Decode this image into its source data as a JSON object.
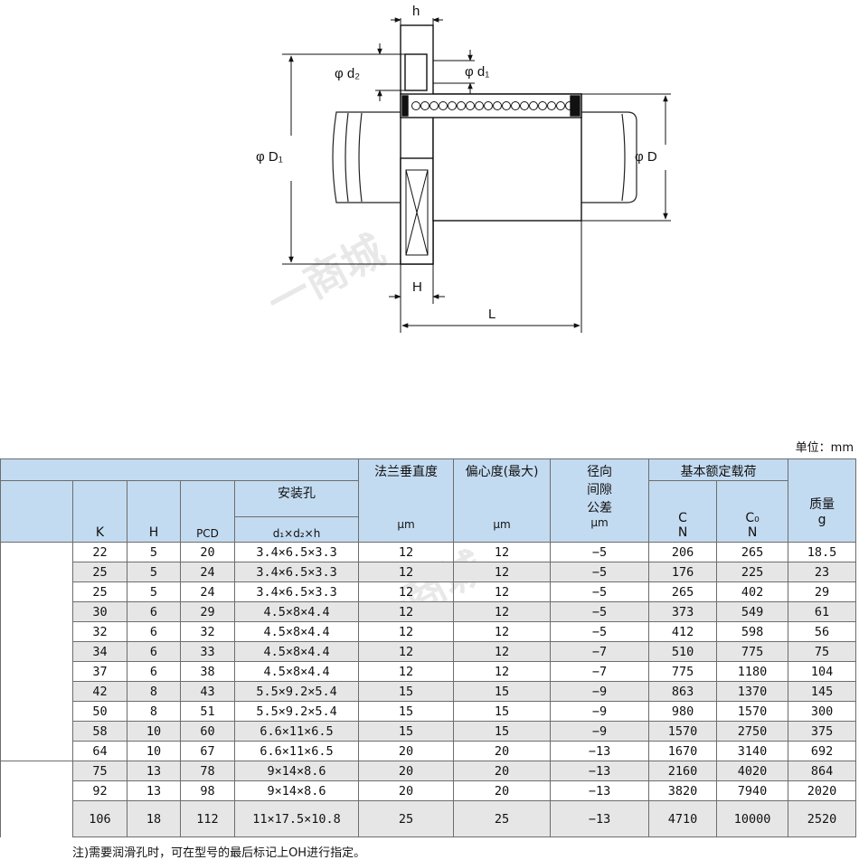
{
  "drawing": {
    "labels": {
      "h": "h",
      "d2": "φ d₂",
      "d1": "φ d₁",
      "D1": "φ D₁",
      "D": "φ D",
      "H": "H",
      "L": "L"
    }
  },
  "unit_label": "单位：mm",
  "table": {
    "headers": {
      "flange_perp": "法兰垂直度",
      "eccentricity": "偏心度(最大)",
      "radial_l1": "径向",
      "radial_l2": "间隙",
      "radial_l3": "公差",
      "basic_load": "基本额定载荷",
      "mount_holes": "安装孔",
      "mass": "质量",
      "K": "K",
      "H": "H",
      "PCD": "PCD",
      "hole_dims": "d₁×d₂×h",
      "um1": "μm",
      "um2": "μm",
      "um3": "μm",
      "C": "C",
      "C0": "C₀",
      "N1": "N",
      "N2": "N",
      "g": "g"
    },
    "rows": [
      [
        "22",
        "5",
        "20",
        "3.4×6.5×3.3",
        "12",
        "12",
        "−5",
        "206",
        "265",
        "18.5"
      ],
      [
        "25",
        "5",
        "24",
        "3.4×6.5×3.3",
        "12",
        "12",
        "−5",
        "176",
        "225",
        "23"
      ],
      [
        "25",
        "5",
        "24",
        "3.4×6.5×3.3",
        "12",
        "12",
        "−5",
        "265",
        "402",
        "29"
      ],
      [
        "30",
        "6",
        "29",
        "4.5×8×4.4",
        "12",
        "12",
        "−5",
        "373",
        "549",
        "61"
      ],
      [
        "32",
        "6",
        "32",
        "4.5×8×4.4",
        "12",
        "12",
        "−5",
        "412",
        "598",
        "56"
      ],
      [
        "34",
        "6",
        "33",
        "4.5×8×4.4",
        "12",
        "12",
        "−7",
        "510",
        "775",
        "75"
      ],
      [
        "37",
        "6",
        "38",
        "4.5×8×4.4",
        "12",
        "12",
        "−7",
        "775",
        "1180",
        "104"
      ],
      [
        "42",
        "8",
        "43",
        "5.5×9.2×5.4",
        "15",
        "15",
        "−9",
        "863",
        "1370",
        "145"
      ],
      [
        "50",
        "8",
        "51",
        "5.5×9.2×5.4",
        "15",
        "15",
        "−9",
        "980",
        "1570",
        "300"
      ],
      [
        "58",
        "10",
        "60",
        "6.6×11×6.5",
        "15",
        "15",
        "−9",
        "1570",
        "2750",
        "375"
      ],
      [
        "64",
        "10",
        "67",
        "6.6×11×6.5",
        "20",
        "20",
        "−13",
        "1670",
        "3140",
        "692"
      ],
      [
        "75",
        "13",
        "78",
        "9×14×8.6",
        "20",
        "20",
        "−13",
        "2160",
        "4020",
        "864"
      ],
      [
        "92",
        "13",
        "98",
        "9×14×8.6",
        "20",
        "20",
        "−13",
        "3820",
        "7940",
        "2020"
      ],
      [
        "106",
        "18",
        "112",
        "11×17.5×10.8",
        "25",
        "25",
        "−13",
        "4710",
        "10000",
        "2520"
      ]
    ]
  },
  "note": "注)需要润滑孔时，可在型号的最后标记上OH进行指定。",
  "watermark": "一商城"
}
